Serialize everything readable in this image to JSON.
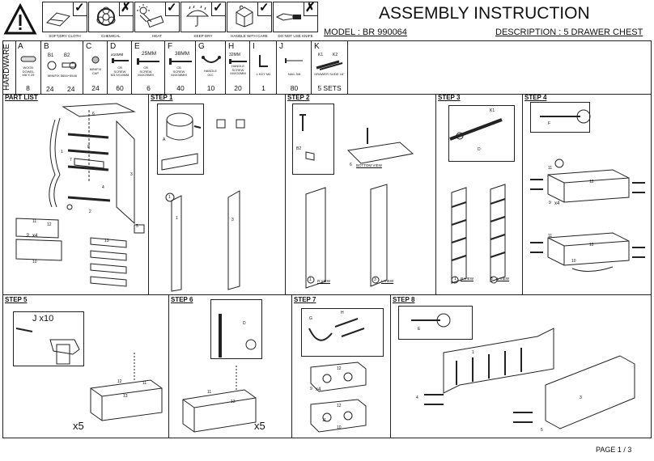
{
  "title": "ASSEMBLY INSTRUCTION",
  "model": "MODEL : BR 990064",
  "description": "DESCRIPTION : 5 DRAWER CHEST",
  "care_icons": [
    {
      "label": "SOFT,DRY CLOTH",
      "mark": "✓"
    },
    {
      "label": "CHEMICAL",
      "mark": "✗"
    },
    {
      "label": "HEAT",
      "mark": "✓"
    },
    {
      "label": "KEEP DRY",
      "mark": "✓"
    },
    {
      "label": "HANDLE WITH CARE",
      "mark": "✓"
    },
    {
      "label": "DO NOT USE KNIFE",
      "mark": "✗"
    }
  ],
  "hardware_label": "HARDWARE",
  "hardware": [
    {
      "letter": "A",
      "desc": "WOOD\nDOWEL\nM8 X 25",
      "qty": "8"
    },
    {
      "letter": "B",
      "sub1": "B1",
      "sub2": "B2",
      "desc": "MINIFIX 5654+5546",
      "qty1": "24",
      "qty2": "24"
    },
    {
      "letter": "C",
      "desc": "MINIFIX\nCAP",
      "qty": "24"
    },
    {
      "letter": "D",
      "size": "ø16MM",
      "desc": "CB\nSCREW\nM3.5X16MM",
      "qty": "60"
    },
    {
      "letter": "E",
      "size": "25MM",
      "desc": "CB\nSCREW\nM4X25MM",
      "qty": "6"
    },
    {
      "letter": "F",
      "size": "38MM",
      "desc": "CB\nSCREW\nM4X38MM",
      "qty": "40"
    },
    {
      "letter": "G",
      "desc": "HANDLE\n01C",
      "qty": "10"
    },
    {
      "letter": "H",
      "size": "32MM",
      "desc": "HANDLE\nSCREW\nM4X32MM",
      "qty": "20"
    },
    {
      "letter": "I",
      "desc": "L KEY M4",
      "qty": "1"
    },
    {
      "letter": "J",
      "desc": "NAIL 5/8",
      "qty": "80"
    },
    {
      "letter": "K",
      "sub1": "K1",
      "sub2": "K2",
      "desc": "DRAWER SLIDE 16\"",
      "qty": "5 SETS"
    }
  ],
  "sections": {
    "part_list": "PART LIST",
    "step1": "STEP 1",
    "step2": "STEP 2",
    "step3": "STEP 3",
    "step4": "STEP 4",
    "step5": "STEP 5",
    "step6": "STEP 6",
    "step7": "STEP 7",
    "step8": "STEP 8"
  },
  "annotations": {
    "bottom_view": "BOTTOM VIEW",
    "r_view": "R VIEW",
    "l_view": "L VIEW",
    "r_view2": "R VIEW",
    "l_view2": "L VIEW",
    "x4_part": "x4",
    "x4_step4": "x4",
    "x4_step7": "x4",
    "j_x10": "J x10",
    "x5_step5": "x5",
    "x5_step6": "x5"
  },
  "part_numbers": {
    "p1": "1",
    "p2": "2",
    "p3": "3",
    "p4": "4",
    "p5": "5",
    "p6": "6",
    "p7": "7",
    "p8": "8",
    "p9": "9",
    "p10": "10",
    "p11": "11",
    "p12": "12",
    "p13": "13"
  },
  "page": "PAGE 1 / 3"
}
